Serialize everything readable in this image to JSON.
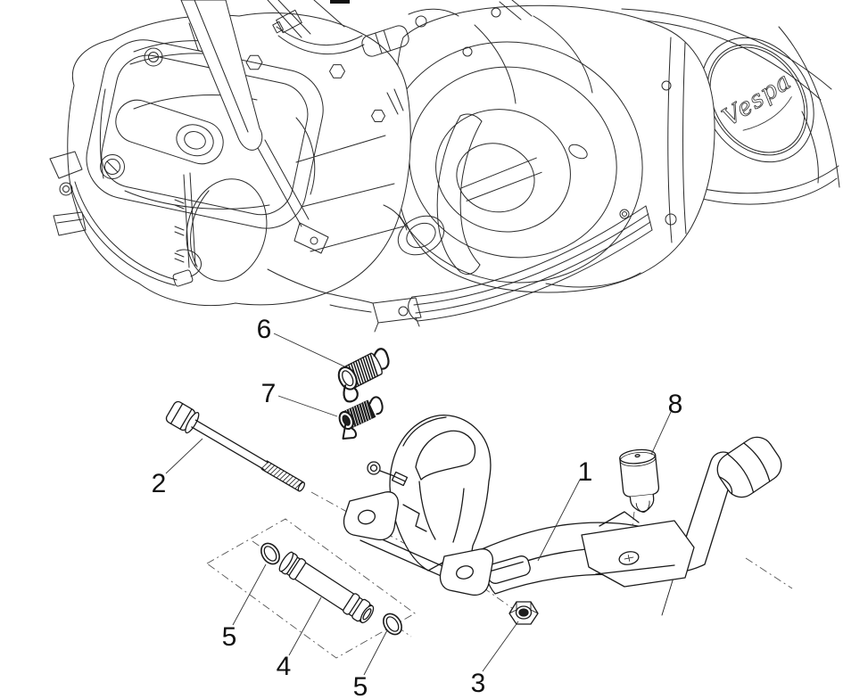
{
  "figure": {
    "kind": "exploded-parts-line-drawing",
    "logo_text": "Vespa",
    "callouts": [
      {
        "id": "callout-1",
        "label": "1"
      },
      {
        "id": "callout-2",
        "label": "2"
      },
      {
        "id": "callout-3",
        "label": "3"
      },
      {
        "id": "callout-4",
        "label": "4"
      },
      {
        "id": "callout-5-left",
        "label": "5"
      },
      {
        "id": "callout-5-right",
        "label": "5"
      },
      {
        "id": "callout-6",
        "label": "6"
      },
      {
        "id": "callout-7",
        "label": "7"
      },
      {
        "id": "callout-8",
        "label": "8"
      }
    ],
    "colors": {
      "background": "#ffffff",
      "line": "#2b2b2b",
      "part_line": "#1a1a1a",
      "spring_dark_fill": "#1e1e1e",
      "dash_line": "#555555"
    }
  }
}
